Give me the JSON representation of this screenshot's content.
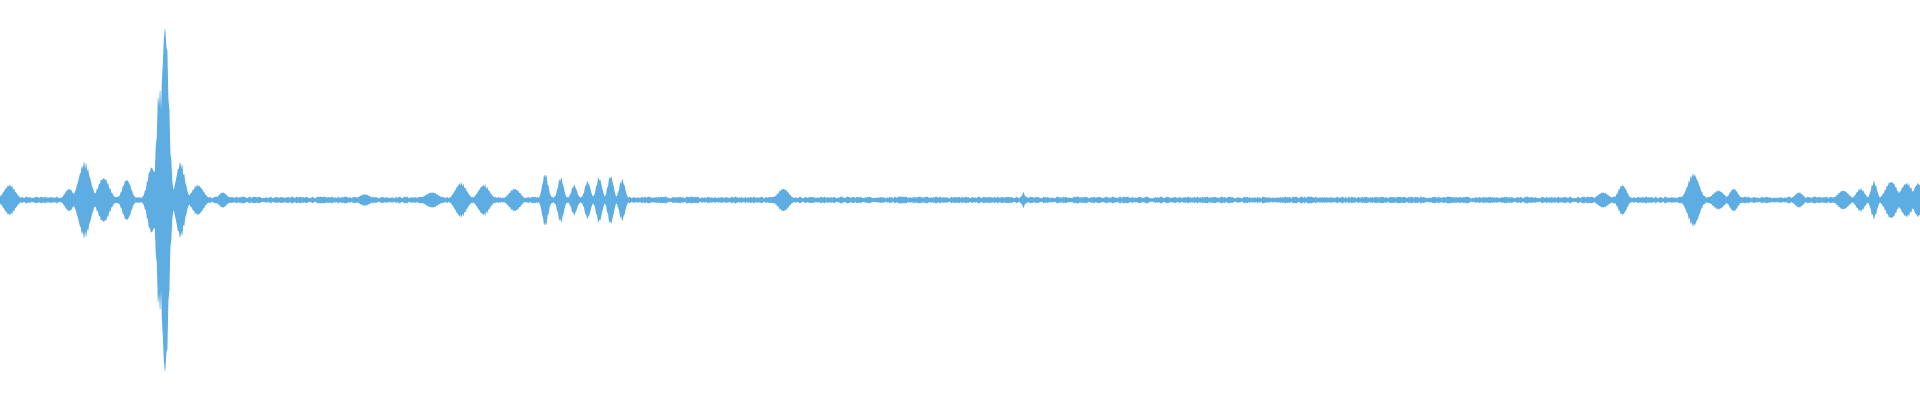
{
  "waveform": {
    "color": "#5dade2",
    "background": "#ffffff",
    "baseline_amplitude": 0.012,
    "peak_amplitude": 0.95,
    "bursts": [
      {
        "t": 0.005,
        "a": 0.08,
        "w": 0.004
      },
      {
        "t": 0.036,
        "a": 0.06,
        "w": 0.003
      },
      {
        "t": 0.044,
        "a": 0.2,
        "w": 0.004
      },
      {
        "t": 0.054,
        "a": 0.12,
        "w": 0.004
      },
      {
        "t": 0.066,
        "a": 0.11,
        "w": 0.003
      },
      {
        "t": 0.079,
        "a": 0.18,
        "w": 0.003
      },
      {
        "t": 0.083,
        "a": 0.6,
        "w": 0.002
      },
      {
        "t": 0.086,
        "a": 0.95,
        "w": 0.0025
      },
      {
        "t": 0.094,
        "a": 0.2,
        "w": 0.003
      },
      {
        "t": 0.103,
        "a": 0.08,
        "w": 0.004
      },
      {
        "t": 0.116,
        "a": 0.04,
        "w": 0.003
      },
      {
        "t": 0.19,
        "a": 0.03,
        "w": 0.004
      },
      {
        "t": 0.225,
        "a": 0.04,
        "w": 0.005
      },
      {
        "t": 0.24,
        "a": 0.09,
        "w": 0.004
      },
      {
        "t": 0.252,
        "a": 0.08,
        "w": 0.004
      },
      {
        "t": 0.268,
        "a": 0.06,
        "w": 0.004
      },
      {
        "t": 0.284,
        "a": 0.14,
        "w": 0.002
      },
      {
        "t": 0.292,
        "a": 0.12,
        "w": 0.002
      },
      {
        "t": 0.299,
        "a": 0.08,
        "w": 0.002
      },
      {
        "t": 0.306,
        "a": 0.1,
        "w": 0.002
      },
      {
        "t": 0.312,
        "a": 0.12,
        "w": 0.002
      },
      {
        "t": 0.318,
        "a": 0.13,
        "w": 0.002
      },
      {
        "t": 0.324,
        "a": 0.11,
        "w": 0.002
      },
      {
        "t": 0.408,
        "a": 0.06,
        "w": 0.004
      },
      {
        "t": 0.533,
        "a": 0.04,
        "w": 0.001
      },
      {
        "t": 0.835,
        "a": 0.04,
        "w": 0.004
      },
      {
        "t": 0.845,
        "a": 0.08,
        "w": 0.003
      },
      {
        "t": 0.879,
        "a": 0.05,
        "w": 0.002
      },
      {
        "t": 0.882,
        "a": 0.14,
        "w": 0.004
      },
      {
        "t": 0.895,
        "a": 0.05,
        "w": 0.004
      },
      {
        "t": 0.903,
        "a": 0.06,
        "w": 0.003
      },
      {
        "t": 0.937,
        "a": 0.04,
        "w": 0.003
      },
      {
        "t": 0.96,
        "a": 0.05,
        "w": 0.004
      },
      {
        "t": 0.969,
        "a": 0.06,
        "w": 0.003
      },
      {
        "t": 0.976,
        "a": 0.1,
        "w": 0.002
      },
      {
        "t": 0.985,
        "a": 0.1,
        "w": 0.004
      },
      {
        "t": 0.993,
        "a": 0.09,
        "w": 0.004
      },
      {
        "t": 0.999,
        "a": 0.09,
        "w": 0.003
      }
    ]
  }
}
